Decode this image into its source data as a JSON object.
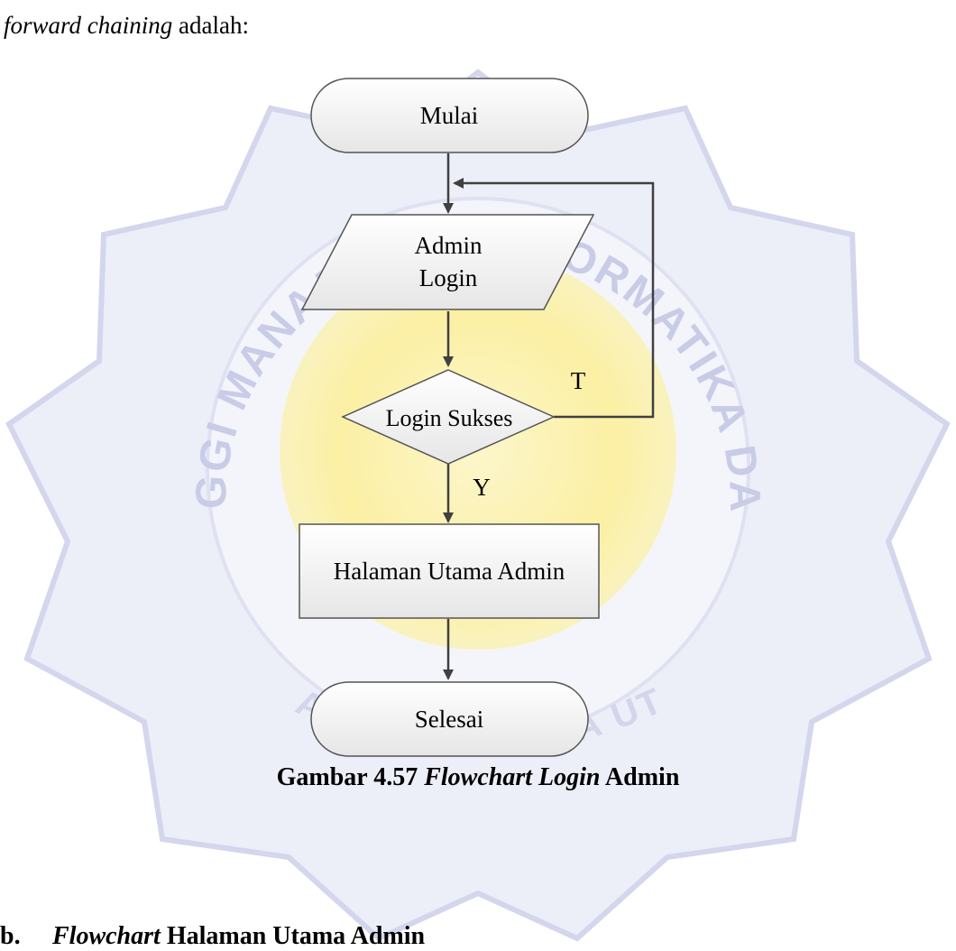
{
  "document": {
    "intro": {
      "italic": "forward chaining",
      "rest": " adalah:"
    },
    "caption": {
      "prefix": "Gambar 4.57 ",
      "italic": "Flowchart Login",
      "suffix": " Admin"
    },
    "next_section": {
      "letter": "b.",
      "italic": "Flowchart",
      "rest": " Halaman Utama Admin"
    }
  },
  "watermark": {
    "seal_text": "SEKOLAH TINGGI MANAJEMEN INFORMATIKA DAN KOMPUTER",
    "bottom_text": "MEDAN - SUMATERA UTARA",
    "colors": {
      "outer": "#d6d9ee",
      "inner": "#fbf2a8",
      "text": "#c5c9e6"
    }
  },
  "flowchart": {
    "start": "Mulai",
    "input_line1": "Admin",
    "input_line2": "Login",
    "decision": "Login Sukses",
    "no_label": "T",
    "yes_label": "Y",
    "process": "Halaman Utama Admin",
    "end": "Selesai"
  }
}
